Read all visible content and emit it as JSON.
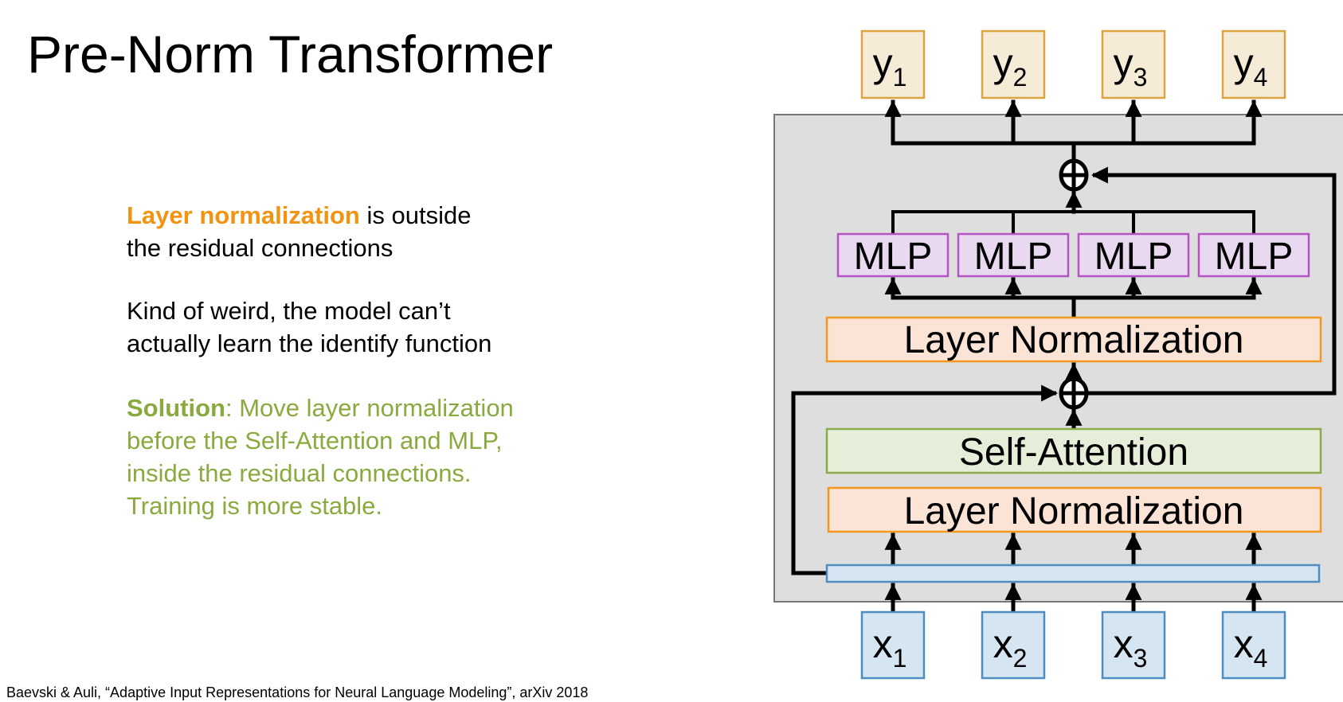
{
  "slide": {
    "title": "Pre-Norm Transformer",
    "paragraphs": {
      "p1_highlight": "Layer normalization",
      "p1_rest_line1": " is outside",
      "p1_line2": "the residual connections",
      "p2_line1": "Kind of weird, the model can’t",
      "p2_line2": "actually learn the identify function",
      "p3_bold": "Solution",
      "p3_rest": ": Move layer normalization before the Self-Attention and MLP, inside the residual connections. Training is more stable."
    },
    "citation": "Baevski & Auli, “Adaptive Input Representations for Neural Language Modeling”, arXiv 2018"
  },
  "diagram": {
    "outputs": [
      {
        "base": "y",
        "sub": "1"
      },
      {
        "base": "y",
        "sub": "2"
      },
      {
        "base": "y",
        "sub": "3"
      },
      {
        "base": "y",
        "sub": "4"
      }
    ],
    "inputs": [
      {
        "base": "x",
        "sub": "1"
      },
      {
        "base": "x",
        "sub": "2"
      },
      {
        "base": "x",
        "sub": "3"
      },
      {
        "base": "x",
        "sub": "4"
      }
    ],
    "mlp_label": "MLP",
    "layer_norm_top": "Layer Normalization",
    "self_attention": "Self-Attention",
    "layer_norm_bottom": "Layer Normalization",
    "add_symbol": "plus-circle-icon",
    "colors": {
      "output_fill": "#f6ebd6",
      "output_stroke": "#dba441",
      "input_fill": "#d6e5f2",
      "input_stroke": "#4f8cc0",
      "mlp_fill": "#e8d9f0",
      "mlp_stroke": "#b454c4",
      "ln_fill": "#fbe3d5",
      "ln_stroke": "#f3981f",
      "sa_fill": "#e6eed9",
      "sa_stroke": "#8aab4b",
      "block_fill": "#dedede",
      "block_stroke": "#777777",
      "title_highlight": "#f29312",
      "solution_text": "#8aaa3f"
    }
  }
}
